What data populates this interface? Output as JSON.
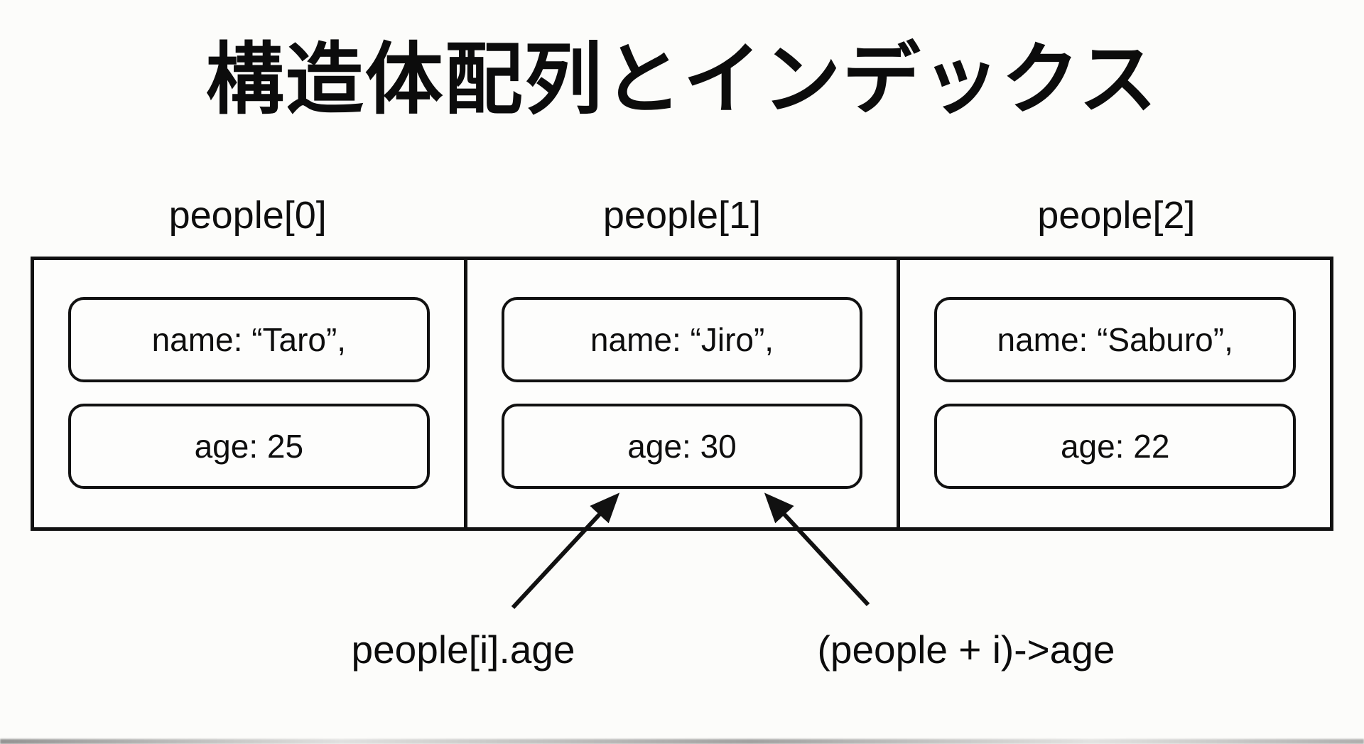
{
  "title": "構造体配列とインデックス",
  "colors": {
    "background": "#fcfcfa",
    "stroke": "#111111",
    "text": "#0e0e0e"
  },
  "array": {
    "cells": [
      {
        "label": "people[0]",
        "name": "name: “Taro”,",
        "age": "age: 25"
      },
      {
        "label": "people[1]",
        "name": "name: “Jiro”,",
        "age": "age: 30"
      },
      {
        "label": "people[2]",
        "name": "name: “Saburo”,",
        "age": "age: 22"
      }
    ]
  },
  "annotations": {
    "left": "people[i].age",
    "right": "(people + i)->age"
  }
}
